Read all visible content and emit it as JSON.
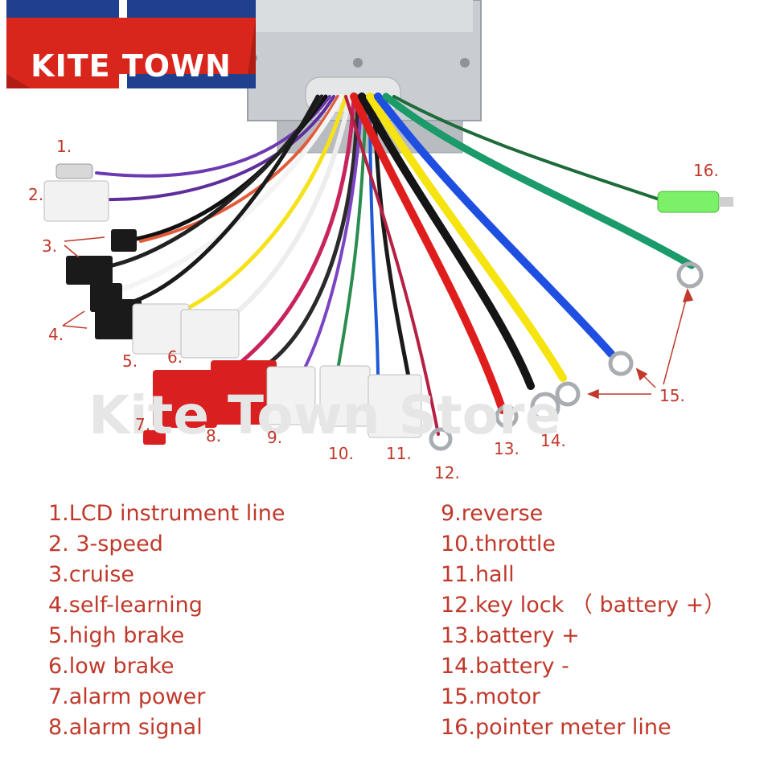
{
  "brand": {
    "name": "KITE TOWN"
  },
  "watermark": "Kite Town Store",
  "colors": {
    "label_red": "#c0392b",
    "brand_red": "#d9261c",
    "flag_blue": "#1f3f8f",
    "connector_red": "#d91f1f",
    "connector_white": "#f2f2f2",
    "connector_black": "#1a1a1a",
    "connector_green": "#7df06a"
  },
  "callouts": [
    "1.",
    "2.",
    "3.",
    "4.",
    "5.",
    "6.",
    "7.",
    "8.",
    "9.",
    "10.",
    "11.",
    "12.",
    "13.",
    "14.",
    "15.",
    "16."
  ],
  "legend_left": [
    "1.LCD instrument line",
    "2. 3-speed",
    "3.cruise",
    "4.self-learning",
    "5.high brake",
    "6.low brake",
    "7.alarm power",
    "8.alarm signal"
  ],
  "legend_right": [
    "9.reverse",
    "10.throttle",
    "11.hall",
    "12.key lock （ battery +）",
    "13.battery +",
    "14.battery -",
    "15.motor",
    "16.pointer meter line"
  ]
}
